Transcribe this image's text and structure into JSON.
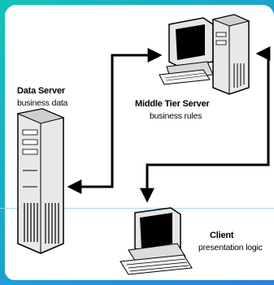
{
  "nodes": {
    "data_server": {
      "title": "Data Server",
      "subtitle": "business data"
    },
    "middle_tier": {
      "title": "Middle Tier Server",
      "subtitle": "business rules"
    },
    "client": {
      "title": "Client",
      "subtitle": "presentation logic"
    }
  },
  "colors": {
    "background_start": "#12c3b8",
    "background_end": "#2b6fd6",
    "panel": "#ffffff"
  }
}
